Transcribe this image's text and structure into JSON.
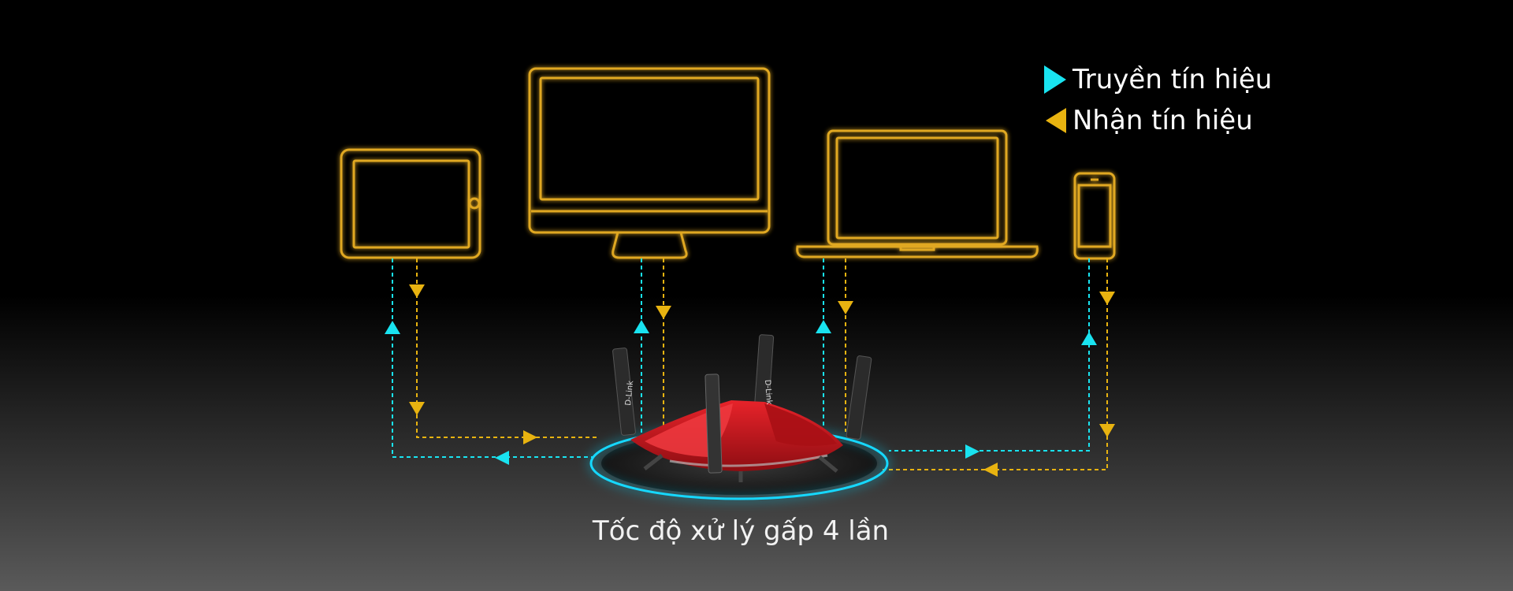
{
  "legend": {
    "transmit": {
      "label": "Truyền tín hiệu",
      "icon": "cyan-triangle-right-icon",
      "color": "#19e3f0"
    },
    "receive": {
      "label": "Nhận tín hiệu",
      "icon": "gold-triangle-left-icon",
      "color": "#e8b310"
    }
  },
  "router_antenna_text": "D-Link",
  "caption": "Tốc độ xử lý gấp 4 lần",
  "colors": {
    "device_outline": "#e0a820",
    "transmit_line": "#19e3f0",
    "receive_line": "#e8b310",
    "router_body": "#c8161c",
    "halo": "#14d8ff"
  },
  "devices": [
    {
      "name": "tablet-icon"
    },
    {
      "name": "desktop-monitor-icon"
    },
    {
      "name": "laptop-icon"
    },
    {
      "name": "smartphone-icon"
    }
  ]
}
